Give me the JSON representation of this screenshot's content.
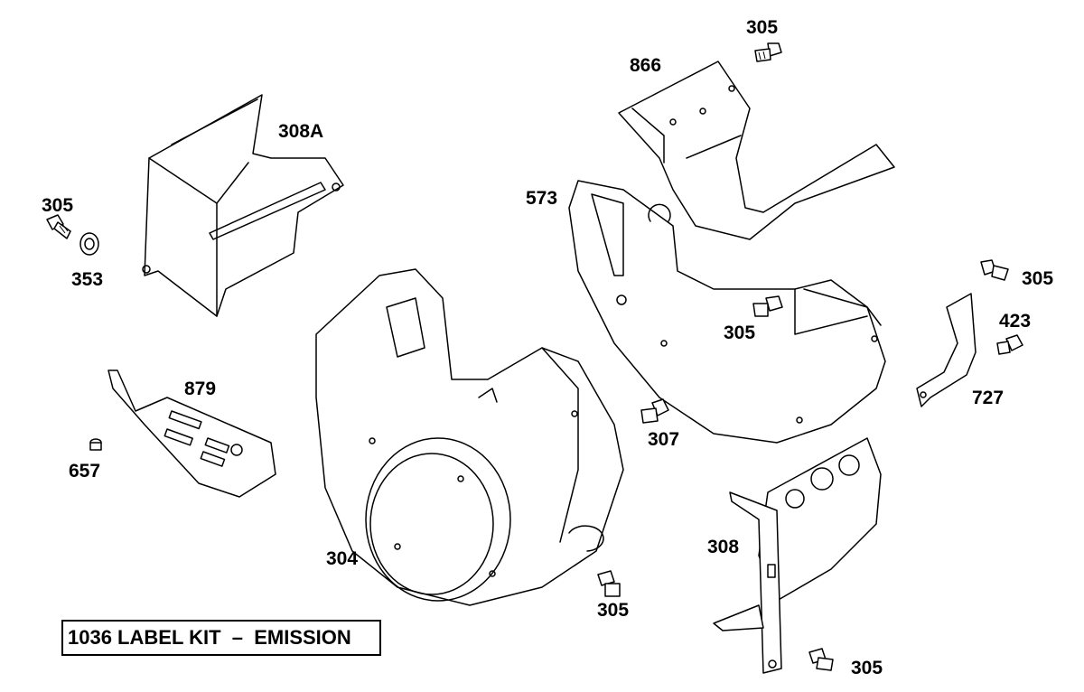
{
  "parts": {
    "p305_top": "305",
    "p866": "866",
    "p308A": "308A",
    "p305_left": "305",
    "p353": "353",
    "p573": "573",
    "p305_right": "305",
    "p423": "423",
    "p305_mid": "305",
    "p727": "727",
    "p879": "879",
    "p307": "307",
    "p657": "657",
    "p304": "304",
    "p308": "308",
    "p305_bottom": "305",
    "p305_bottom_right": "305"
  },
  "kit_label": "1036 LABEL KIT  –  EMISSION"
}
